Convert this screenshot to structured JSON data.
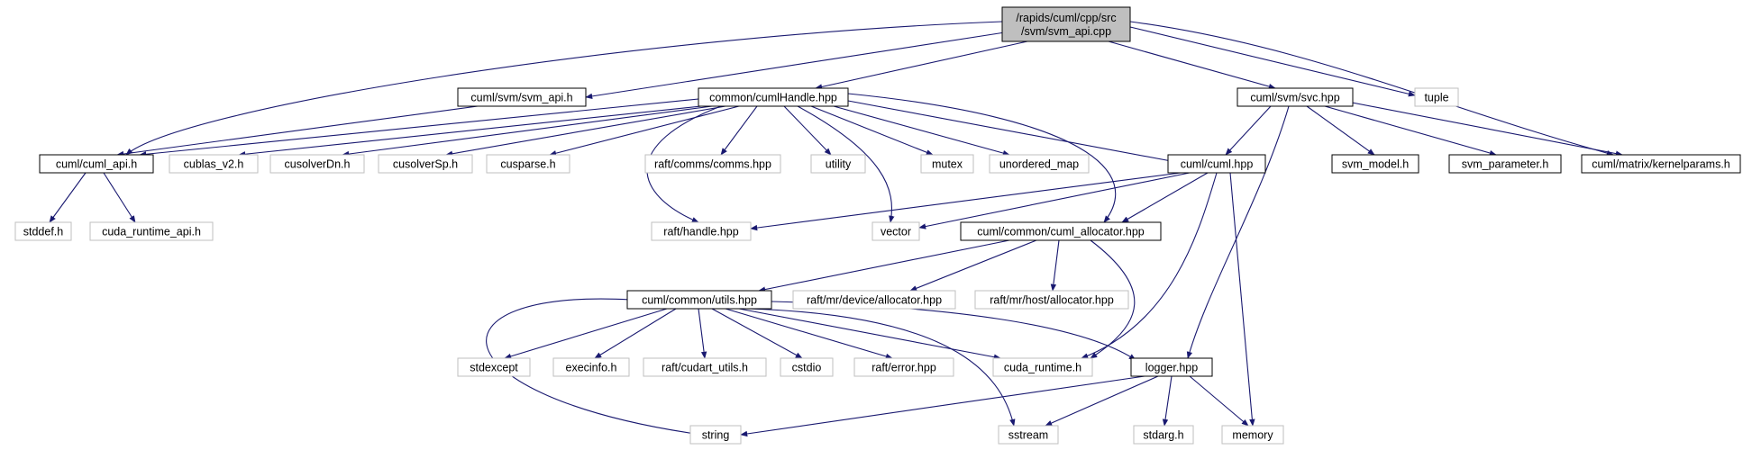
{
  "colors": {
    "edge": "#191970",
    "root_fill": "#bfbfbf",
    "root_stroke": "#000000",
    "internal_stroke": "#000000",
    "external_stroke": "#bfbfbf",
    "fill": "#ffffff"
  },
  "nodes": [
    {
      "id": "root",
      "kind": "root",
      "lines": [
        "/rapids/cuml/cpp/src",
        "/svm/svm_api.cpp"
      ]
    },
    {
      "id": "svm_api_h",
      "kind": "internal",
      "lines": [
        "cuml/svm/svm_api.h"
      ]
    },
    {
      "id": "cumlHandle",
      "kind": "internal",
      "lines": [
        "common/cumlHandle.hpp"
      ]
    },
    {
      "id": "svc",
      "kind": "internal",
      "lines": [
        "cuml/svm/svc.hpp"
      ]
    },
    {
      "id": "tuple",
      "kind": "external",
      "lines": [
        "tuple"
      ]
    },
    {
      "id": "cuml_api",
      "kind": "internal",
      "lines": [
        "cuml/cuml_api.h"
      ]
    },
    {
      "id": "cublas",
      "kind": "external",
      "lines": [
        "cublas_v2.h"
      ]
    },
    {
      "id": "cusolverDn",
      "kind": "external",
      "lines": [
        "cusolverDn.h"
      ]
    },
    {
      "id": "cusolverSp",
      "kind": "external",
      "lines": [
        "cusolverSp.h"
      ]
    },
    {
      "id": "cusparse",
      "kind": "external",
      "lines": [
        "cusparse.h"
      ]
    },
    {
      "id": "comms",
      "kind": "external",
      "lines": [
        "raft/comms/comms.hpp"
      ]
    },
    {
      "id": "utility",
      "kind": "external",
      "lines": [
        "utility"
      ]
    },
    {
      "id": "mutex",
      "kind": "external",
      "lines": [
        "mutex"
      ]
    },
    {
      "id": "unordered_map",
      "kind": "external",
      "lines": [
        "unordered_map"
      ]
    },
    {
      "id": "cuml_hpp",
      "kind": "internal",
      "lines": [
        "cuml/cuml.hpp"
      ]
    },
    {
      "id": "svm_model",
      "kind": "internal",
      "lines": [
        "svm_model.h"
      ]
    },
    {
      "id": "svm_parameter",
      "kind": "internal",
      "lines": [
        "svm_parameter.h"
      ]
    },
    {
      "id": "kernelparams",
      "kind": "internal",
      "lines": [
        "cuml/matrix/kernelparams.h"
      ]
    },
    {
      "id": "stddef",
      "kind": "external",
      "lines": [
        "stddef.h"
      ]
    },
    {
      "id": "cuda_runtime_api",
      "kind": "external",
      "lines": [
        "cuda_runtime_api.h"
      ]
    },
    {
      "id": "raft_handle",
      "kind": "external",
      "lines": [
        "raft/handle.hpp"
      ]
    },
    {
      "id": "vector",
      "kind": "external",
      "lines": [
        "vector"
      ]
    },
    {
      "id": "cuml_allocator",
      "kind": "internal",
      "lines": [
        "cuml/common/cuml_allocator.hpp"
      ]
    },
    {
      "id": "utils",
      "kind": "internal",
      "lines": [
        "cuml/common/utils.hpp"
      ]
    },
    {
      "id": "device_alloc",
      "kind": "external",
      "lines": [
        "raft/mr/device/allocator.hpp"
      ]
    },
    {
      "id": "host_alloc",
      "kind": "external",
      "lines": [
        "raft/mr/host/allocator.hpp"
      ]
    },
    {
      "id": "stdexcept",
      "kind": "external",
      "lines": [
        "stdexcept"
      ]
    },
    {
      "id": "execinfo",
      "kind": "external",
      "lines": [
        "execinfo.h"
      ]
    },
    {
      "id": "cudart_utils",
      "kind": "external",
      "lines": [
        "raft/cudart_utils.h"
      ]
    },
    {
      "id": "cstdio",
      "kind": "external",
      "lines": [
        "cstdio"
      ]
    },
    {
      "id": "raft_error",
      "kind": "external",
      "lines": [
        "raft/error.hpp"
      ]
    },
    {
      "id": "cuda_runtime",
      "kind": "external",
      "lines": [
        "cuda_runtime.h"
      ]
    },
    {
      "id": "logger",
      "kind": "internal",
      "lines": [
        "logger.hpp"
      ]
    },
    {
      "id": "string",
      "kind": "external",
      "lines": [
        "string"
      ]
    },
    {
      "id": "sstream",
      "kind": "external",
      "lines": [
        "sstream"
      ]
    },
    {
      "id": "stdarg",
      "kind": "external",
      "lines": [
        "stdarg.h"
      ]
    },
    {
      "id": "memory",
      "kind": "external",
      "lines": [
        "memory"
      ]
    }
  ],
  "edges": [
    [
      "root",
      "svm_api_h"
    ],
    [
      "root",
      "cuml_api"
    ],
    [
      "root",
      "cumlHandle"
    ],
    [
      "root",
      "svc"
    ],
    [
      "root",
      "tuple"
    ],
    [
      "root",
      "kernelparams"
    ],
    [
      "svm_api_h",
      "cuml_api"
    ],
    [
      "cumlHandle",
      "cuml_api"
    ],
    [
      "cumlHandle",
      "cublas"
    ],
    [
      "cumlHandle",
      "cusolverDn"
    ],
    [
      "cumlHandle",
      "cusolverSp"
    ],
    [
      "cumlHandle",
      "cusparse"
    ],
    [
      "cumlHandle",
      "comms"
    ],
    [
      "cumlHandle",
      "utility"
    ],
    [
      "cumlHandle",
      "mutex"
    ],
    [
      "cumlHandle",
      "unordered_map"
    ],
    [
      "cumlHandle",
      "raft_handle"
    ],
    [
      "cumlHandle",
      "vector"
    ],
    [
      "cumlHandle",
      "cuml_hpp"
    ],
    [
      "cumlHandle",
      "cuml_allocator"
    ],
    [
      "svc",
      "cuml_hpp"
    ],
    [
      "svc",
      "svm_model"
    ],
    [
      "svc",
      "svm_parameter"
    ],
    [
      "svc",
      "kernelparams"
    ],
    [
      "svc",
      "logger"
    ],
    [
      "cuml_api",
      "stddef"
    ],
    [
      "cuml_api",
      "cuda_runtime_api"
    ],
    [
      "cuml_hpp",
      "raft_handle"
    ],
    [
      "cuml_hpp",
      "vector"
    ],
    [
      "cuml_hpp",
      "cuml_allocator"
    ],
    [
      "cuml_hpp",
      "cuda_runtime"
    ],
    [
      "cuml_hpp",
      "memory"
    ],
    [
      "cuml_allocator",
      "utils"
    ],
    [
      "cuml_allocator",
      "device_alloc"
    ],
    [
      "cuml_allocator",
      "host_alloc"
    ],
    [
      "cuml_allocator",
      "cuda_runtime"
    ],
    [
      "utils",
      "stdexcept"
    ],
    [
      "utils",
      "execinfo"
    ],
    [
      "utils",
      "cudart_utils"
    ],
    [
      "utils",
      "cstdio"
    ],
    [
      "utils",
      "raft_error"
    ],
    [
      "utils",
      "cuda_runtime"
    ],
    [
      "utils",
      "logger"
    ],
    [
      "utils",
      "sstream"
    ],
    [
      "utils",
      "string"
    ],
    [
      "logger",
      "string"
    ],
    [
      "logger",
      "sstream"
    ],
    [
      "logger",
      "stdarg"
    ],
    [
      "logger",
      "memory"
    ]
  ]
}
